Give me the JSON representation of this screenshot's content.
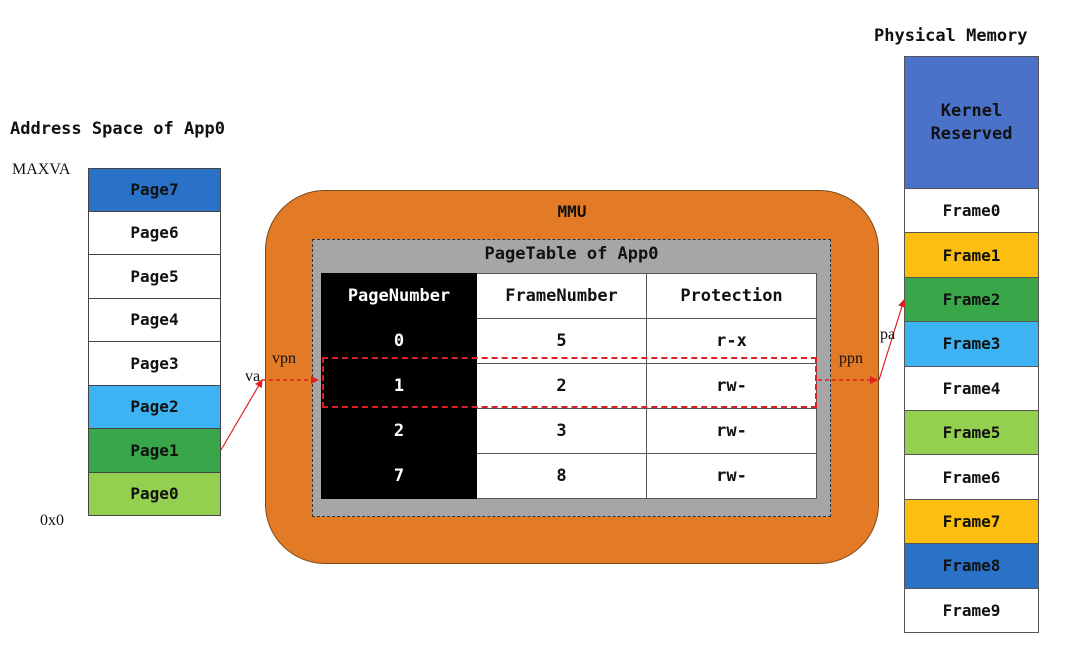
{
  "address_space": {
    "title": "Address Space of App0",
    "top_label": "MAXVA",
    "bottom_label": "0x0",
    "pages": [
      {
        "label": "Page7",
        "color": "#2a72c7"
      },
      {
        "label": "Page6",
        "color": "#ffffff"
      },
      {
        "label": "Page5",
        "color": "#ffffff"
      },
      {
        "label": "Page4",
        "color": "#ffffff"
      },
      {
        "label": "Page3",
        "color": "#ffffff"
      },
      {
        "label": "Page2",
        "color": "#3eb3f3"
      },
      {
        "label": "Page1",
        "color": "#39a649"
      },
      {
        "label": "Page0",
        "color": "#93d050"
      }
    ]
  },
  "mmu": {
    "label": "MMU",
    "color": "#e37a25",
    "page_table": {
      "title": "PageTable of App0",
      "background": "#a6a6a6",
      "headers": [
        "PageNumber",
        "FrameNumber",
        "Protection"
      ],
      "rows": [
        [
          "0",
          "5",
          "r-x"
        ],
        [
          "1",
          "2",
          "rw-"
        ],
        [
          "2",
          "3",
          "rw-"
        ],
        [
          "7",
          "8",
          "rw-"
        ]
      ],
      "highlighted_row": 1,
      "highlight_color": "#e02020"
    }
  },
  "physical_memory": {
    "title": "Physical Memory",
    "kernel": {
      "line1": "Kernel",
      "line2": "Reserved",
      "color": "#4a72c8"
    },
    "frames": [
      {
        "label": "Frame0",
        "color": "#ffffff"
      },
      {
        "label": "Frame1",
        "color": "#fcbf0f"
      },
      {
        "label": "Frame2",
        "color": "#39a649"
      },
      {
        "label": "Frame3",
        "color": "#3eb3f3"
      },
      {
        "label": "Frame4",
        "color": "#ffffff"
      },
      {
        "label": "Frame5",
        "color": "#93d050"
      },
      {
        "label": "Frame6",
        "color": "#ffffff"
      },
      {
        "label": "Frame7",
        "color": "#fcbf0f"
      },
      {
        "label": "Frame8",
        "color": "#2a72c7"
      },
      {
        "label": "Frame9",
        "color": "#ffffff"
      }
    ]
  },
  "arrows": {
    "va": "va",
    "vpn": "vpn",
    "ppn": "ppn",
    "pa": "pa",
    "color": "#e02020"
  }
}
